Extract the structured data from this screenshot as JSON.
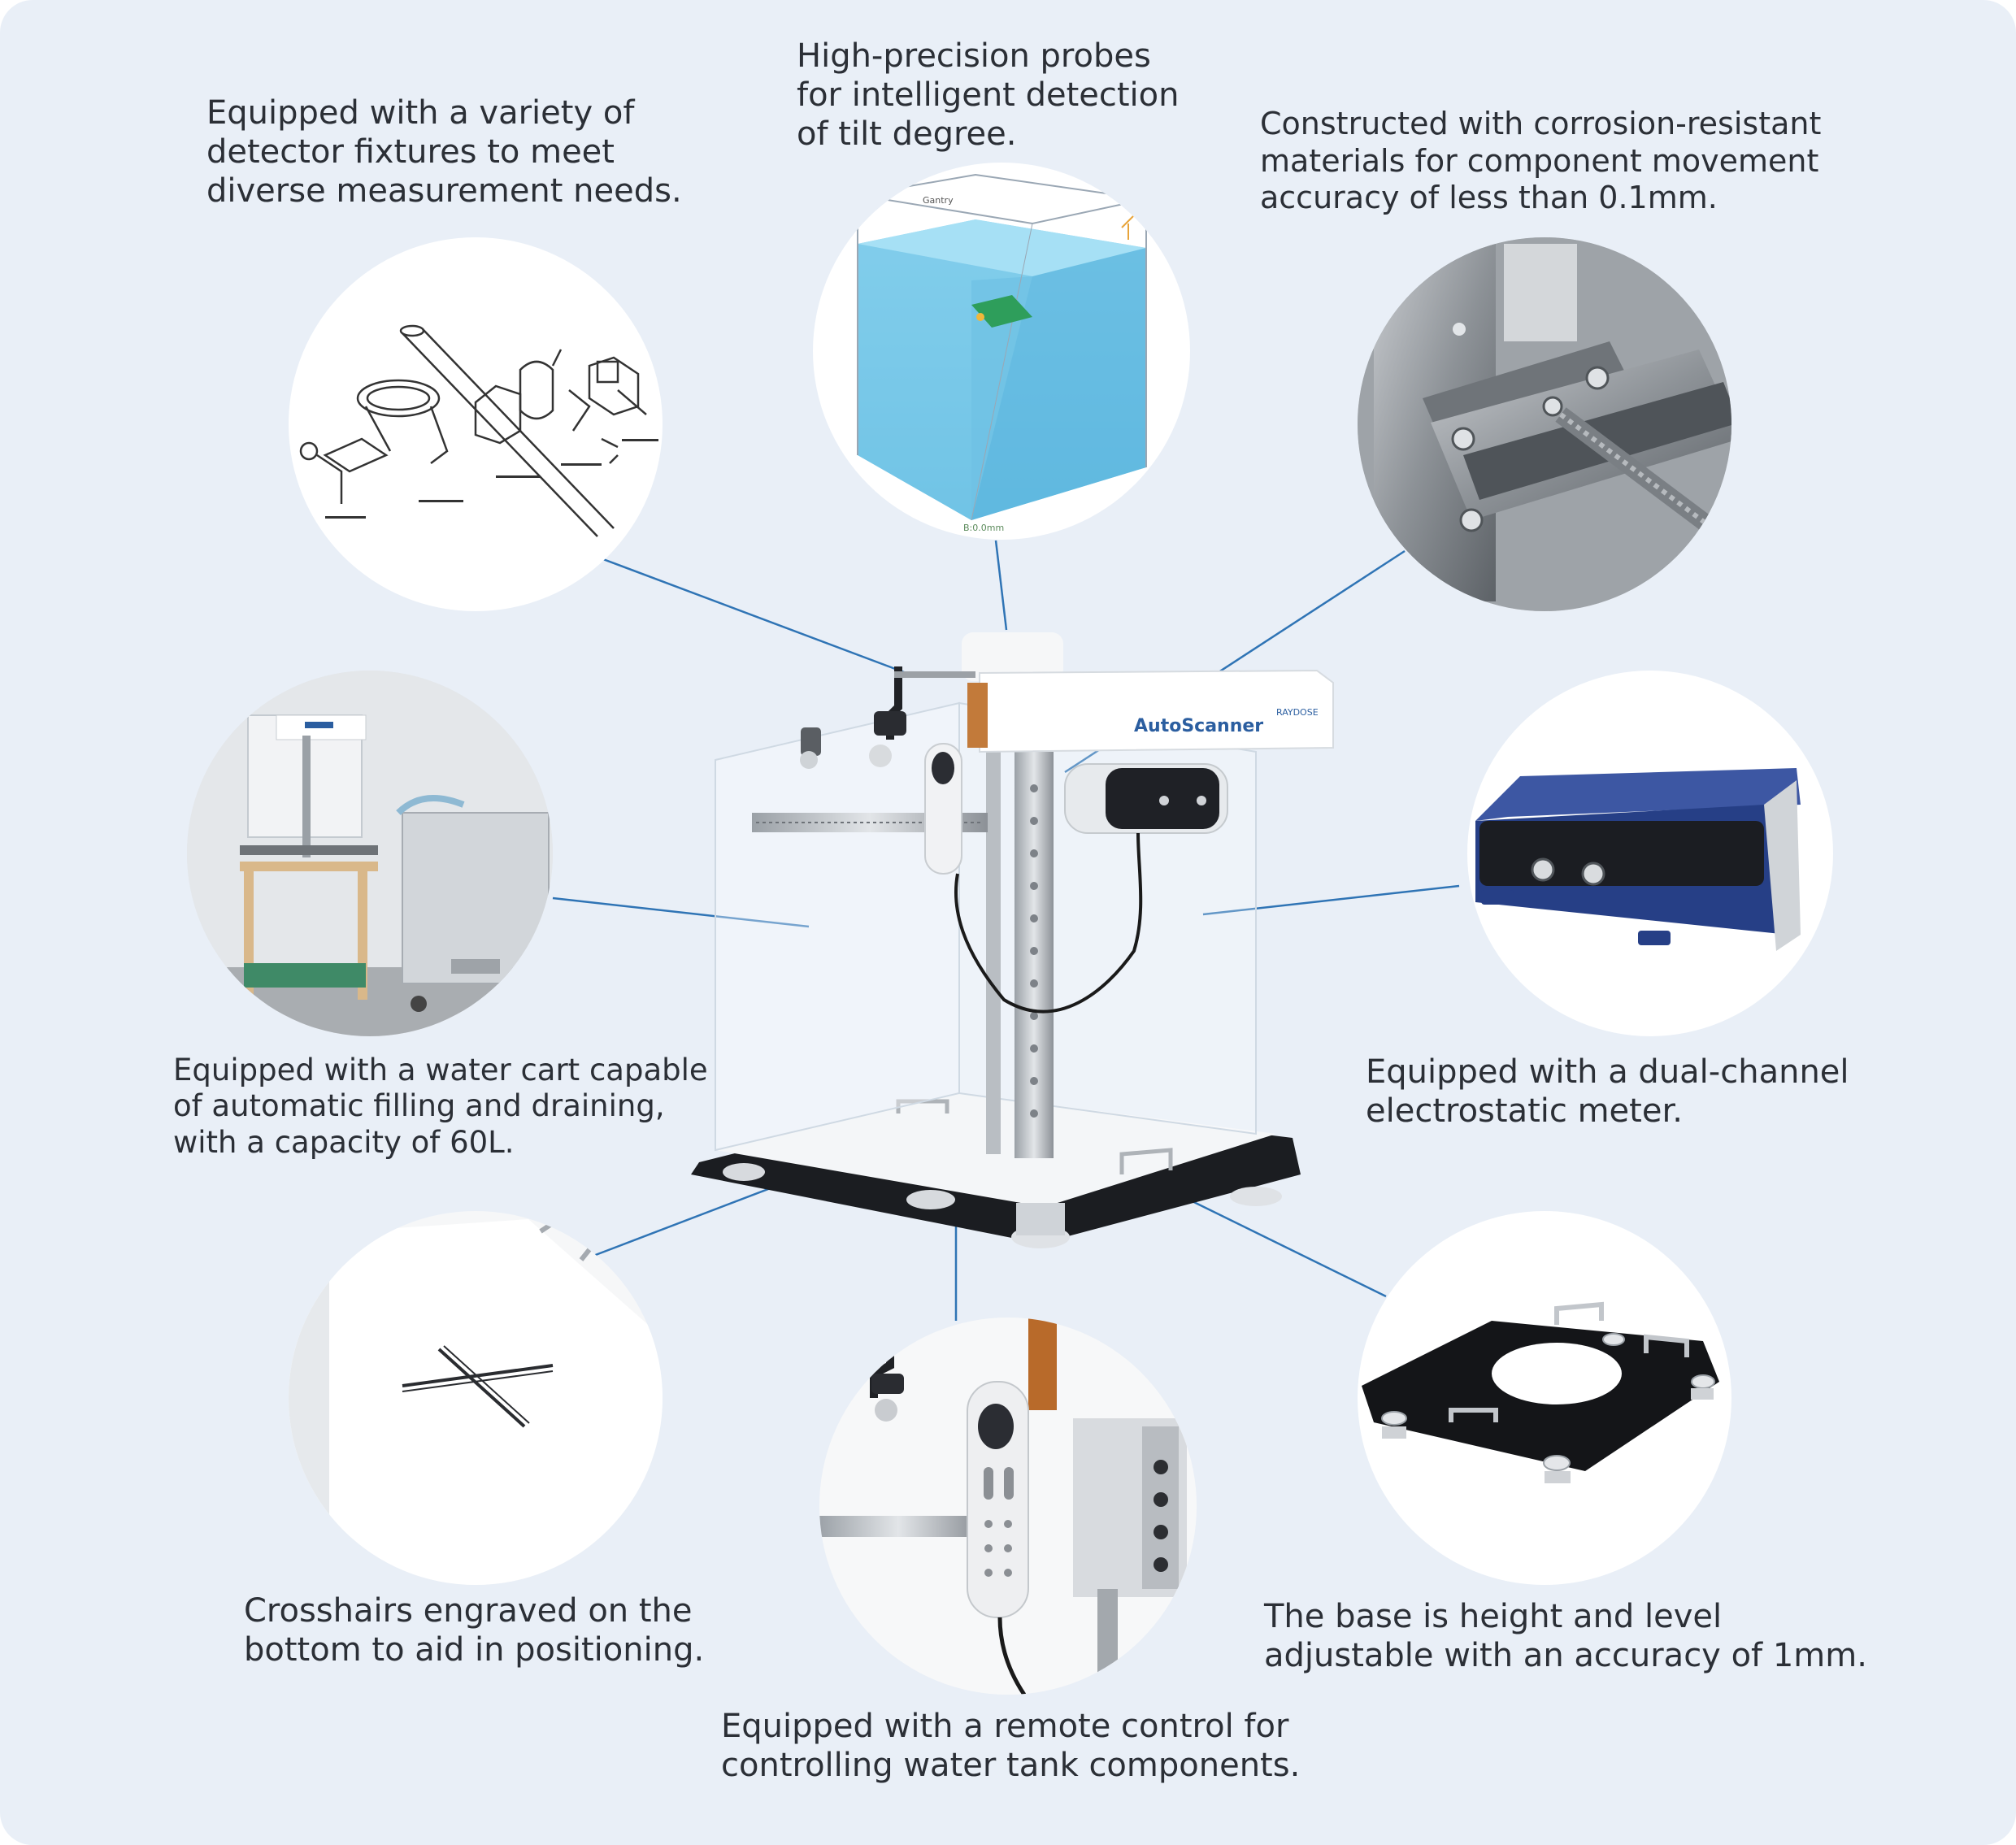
{
  "colors": {
    "background": "#e9eff7",
    "leader": "#2f74b5",
    "text": "#2b2f36",
    "water": "#7ccbea",
    "meter": "#263f86"
  },
  "device": {
    "brand": "AutoScanner",
    "maker": "RAYDOSE",
    "gantry_label": "Gantry",
    "depth_label": "B:0.0mm"
  },
  "captions": {
    "fixtures": [
      "Equipped with a variety of",
      "detector fixtures to meet",
      "diverse measurement needs."
    ],
    "probes": [
      "High-precision probes",
      "for intelligent detection",
      "of tilt degree."
    ],
    "materials": [
      "Constructed with corrosion-resistant",
      "materials for component movement",
      "accuracy of less than 0.1mm."
    ],
    "water_cart": [
      "Equipped with a water cart capable",
      "of automatic filling and draining,",
      "with a capacity of 60L."
    ],
    "electrometer": [
      "Equipped with a dual-channel",
      "electrostatic meter."
    ],
    "crosshairs": [
      "Crosshairs engraved on the",
      "bottom to aid in positioning."
    ],
    "remote": [
      "Equipped with a remote control for",
      "controlling water tank components."
    ],
    "base": [
      "The base is height and level",
      "adjustable with an accuracy of 1mm."
    ]
  }
}
